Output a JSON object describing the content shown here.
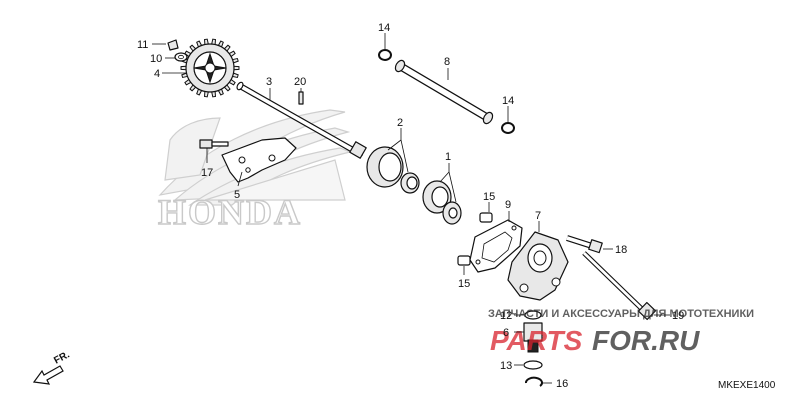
{
  "brand_text": "HONDA",
  "diagram_code": "MKEXE1400",
  "front_marker": "FR.",
  "watermark": {
    "line1": "ЗАПЧАСТИ И АКСЕССУАРЫ ДЛЯ МОТОТЕХНИКИ",
    "brand_red": "PARTS",
    "brand_black": "FOR.RU",
    "red_color": "#d9232e",
    "dark_color": "#2b2b2b"
  },
  "callouts": {
    "p1": "1",
    "p2": "2",
    "p3": "3",
    "p4": "4",
    "p5": "5",
    "p6": "6",
    "p7": "7",
    "p8": "8",
    "p9": "9",
    "p10": "10",
    "p11": "11",
    "p12": "12",
    "p13": "13",
    "p14a": "14",
    "p14b": "14",
    "p15a": "15",
    "p15b": "15",
    "p16": "16",
    "p17": "17",
    "p18": "18",
    "p19": "19",
    "p20": "20"
  }
}
